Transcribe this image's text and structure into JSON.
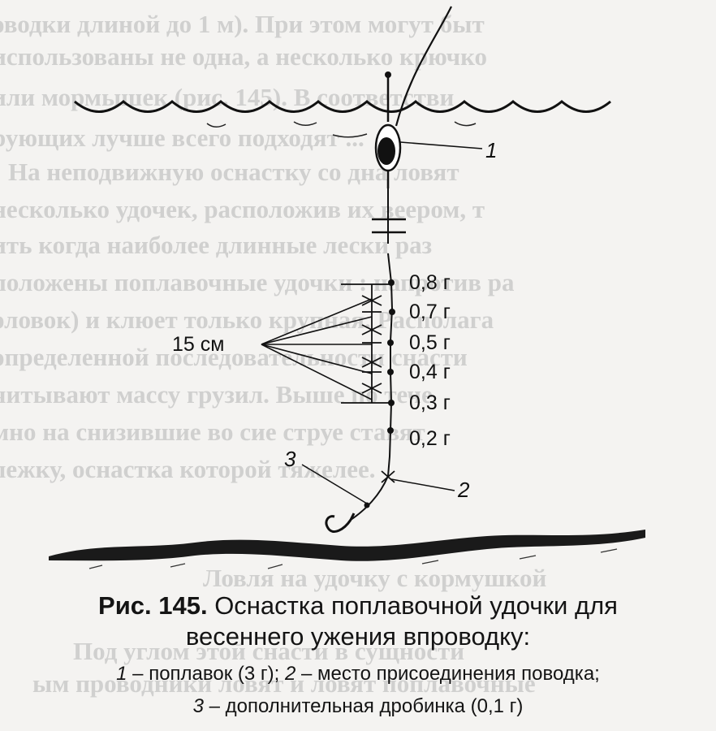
{
  "background_text": {
    "lines": [
      "оводки длиной до 1 м). При этом могут быт",
      "использованы не одна, а несколько крючко",
      "или мормышек (рис. 145). В соответстви",
      "рующих лучше всего подходят ...",
      "На неподвижную оснастку со дна ловят ",
      "несколько удочек, расположив их веером, т",
      "ить когда наиболее длинные лески раз",
      "положены поплавочные удочки : напротив ра",
      "оловок) и клюет только крупная. Располага",
      "определенной последовательности снасти",
      "читывают массу грузил. Выше по тече",
      "мно на снизившие во сие струе ставят",
      "лежку, оснастка которой тяжелее.",
      "Ловля на удочку с кормушкой",
      "Под углом этой снасти в сущности",
      "ым проводники ловят и ловят поплавочные"
    ]
  },
  "diagram": {
    "label_float": "1",
    "label_leash_point": "2",
    "label_extra_shot": "3",
    "label_spacing": "15 см",
    "weights": [
      "0,8 г",
      "0,7 г",
      "0,5 г",
      "0,4 г",
      "0,3 г",
      "0,2 г"
    ]
  },
  "caption": {
    "fig_label": "Рис. 145.",
    "title_line1": " Оснастка поплавочной удочки для",
    "title_line2": "весеннего ужения впроводку:",
    "legend1_num": "1",
    "legend1_text": " – поплавок (3 г); ",
    "legend2_num": "2",
    "legend2_text": " – место присоединения поводка;",
    "legend3_num": "3",
    "legend3_text": " – дополнительная дробинка (0,1 г)"
  },
  "colors": {
    "ink": "#111111",
    "paper": "#f4f3f1",
    "bleed_text": "#b9b9b9"
  }
}
